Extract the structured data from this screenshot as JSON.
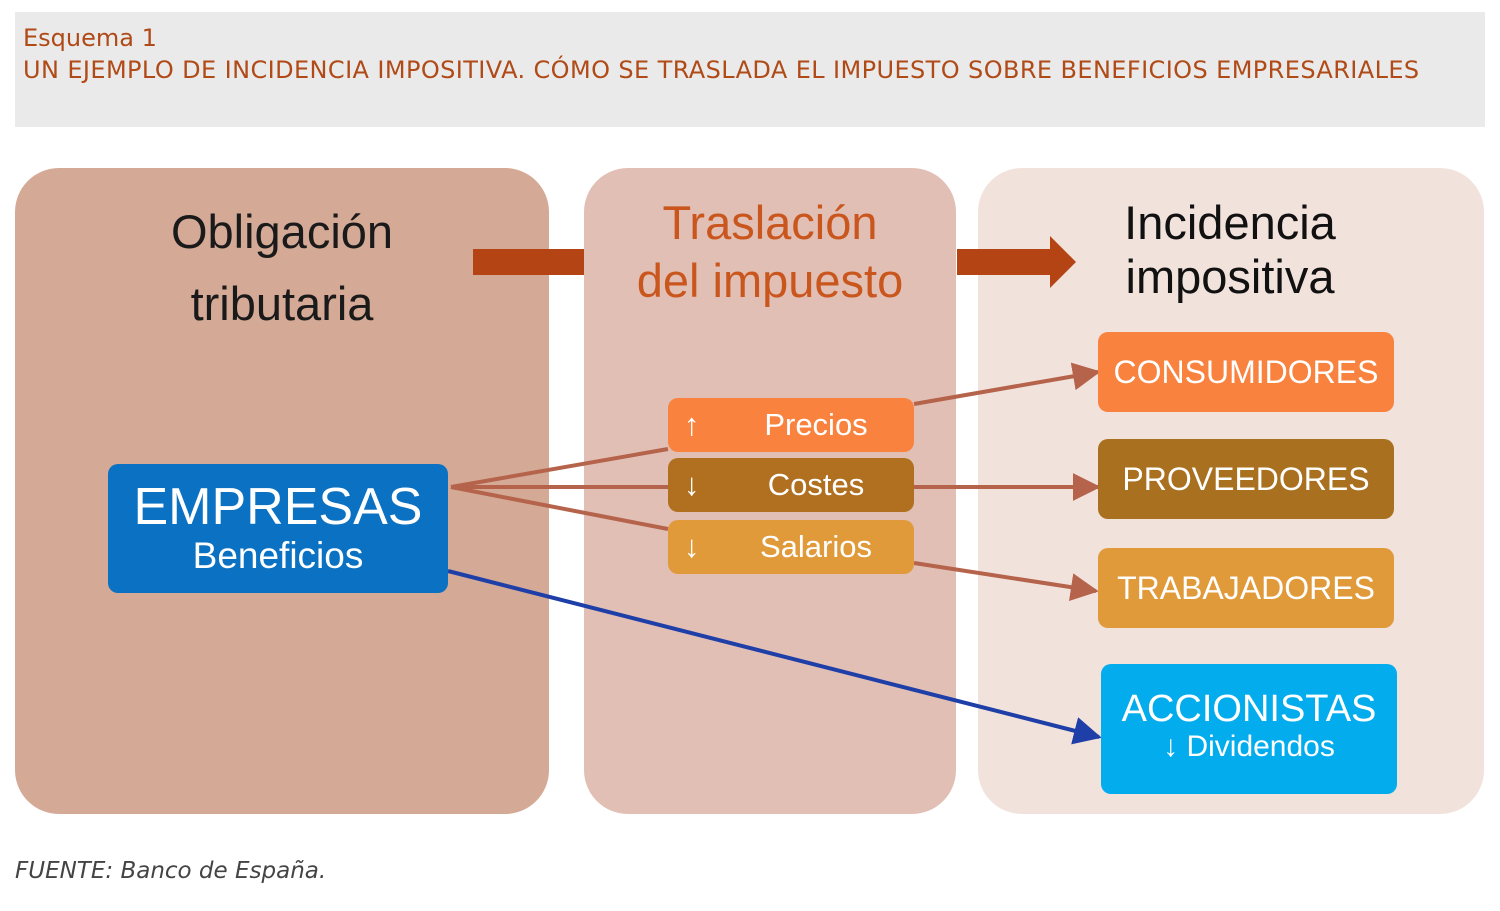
{
  "header": {
    "label": "Esquema 1",
    "title": "UN EJEMPLO DE INCIDENCIA IMPOSITIVA. CÓMO SE TRASLADA EL IMPUESTO SOBRE BENEFICIOS EMPRESARIALES"
  },
  "columns": {
    "obligacion": {
      "line1": "Obligación",
      "line2": "tributaria"
    },
    "traslacion": {
      "line1": "Traslación",
      "line2": "del impuesto"
    },
    "incidencia": {
      "line1": "Incidencia",
      "line2": "impositiva"
    }
  },
  "empresas": {
    "title": "EMPRESAS",
    "subtitle": "Beneficios"
  },
  "channels": {
    "precios": {
      "arrow": "↑",
      "label": "Precios"
    },
    "costes": {
      "arrow": "↓",
      "label": "Costes"
    },
    "salarios": {
      "arrow": "↓",
      "label": "Salarios"
    }
  },
  "bearers": {
    "consumidores": "CONSUMIDORES",
    "proveedores": "PROVEEDORES",
    "trabajadores": "TRABAJADORES",
    "accionistas": {
      "title": "ACCIONISTAS",
      "subtitle": "↓ Dividendos"
    }
  },
  "source": "FUENTE: Banco de España.",
  "colors": {
    "flow_arrow": "#b54414",
    "connector": "#b5634b",
    "dividend_connector": "#1f3fa8"
  }
}
